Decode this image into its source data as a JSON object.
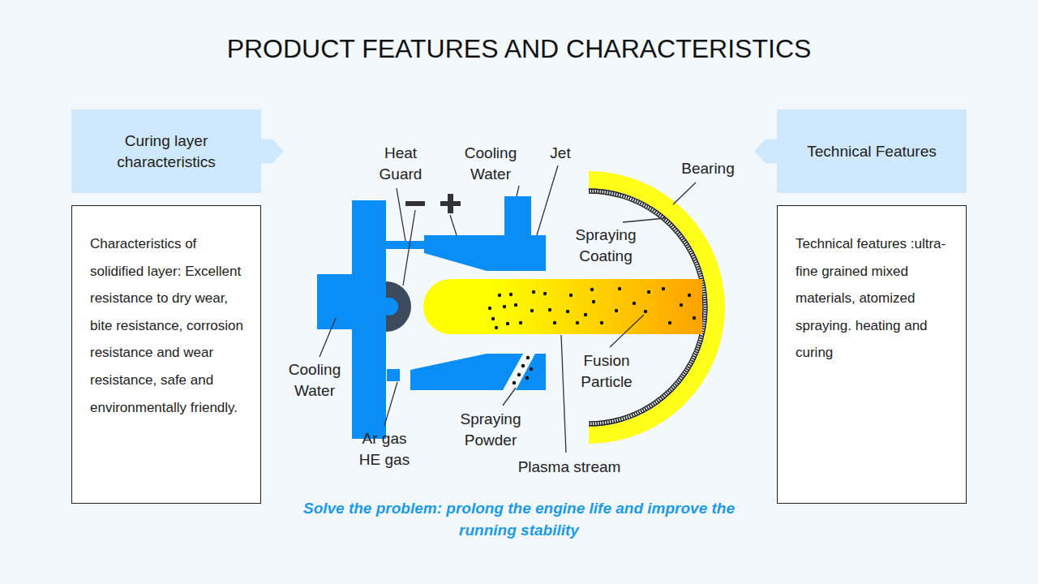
{
  "diagram": {
    "title": "PRODUCT FEATURES AND CHARACTERISTICS",
    "caption": "Solve the problem: prolong the engine life and improve the running stability",
    "nodes": [
      {
        "text": [
          "Curing layer characteristics"
        ]
      },
      {
        "text": [
          "Characteristics of solidified layer: Excellent resistance to dry wear, bite resistance, corrosion resistance and wear resistance, safe and environmentally friendly."
        ]
      },
      {
        "text": [
          "Technical Features"
        ]
      },
      {
        "text": [
          "Technical features :ultra-fine grained mixed materials, atomized spraying. heating and curing"
        ]
      }
    ],
    "labels": [
      "Heat Guard",
      "Cooling Water",
      "Jet",
      "Bearing",
      "Spraying Coating",
      "Fusion Particle",
      "Cooling Water",
      "Ar gas HE gas",
      "Spraying Powder",
      "Plasma stream"
    ]
  }
}
